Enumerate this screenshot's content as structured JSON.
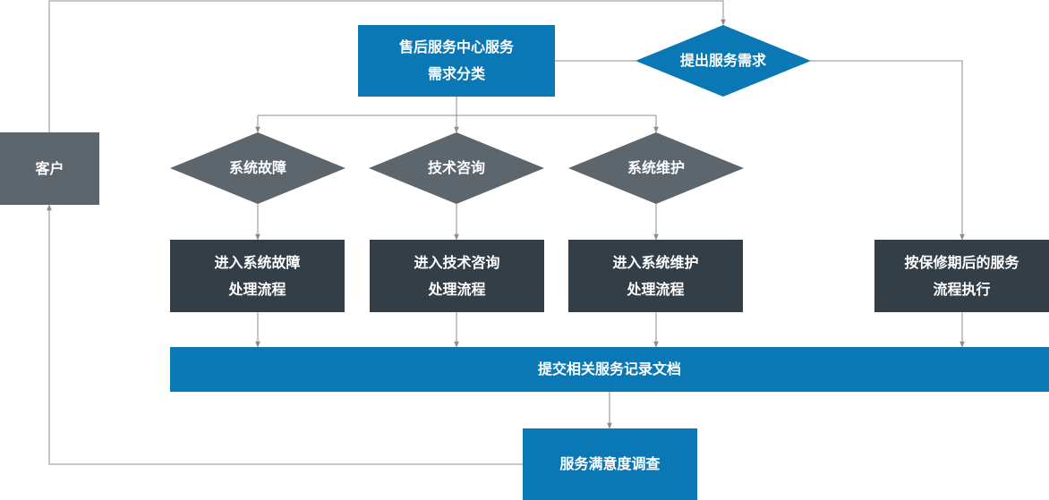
{
  "customer": "客户",
  "center": "售后服务中心服务\n需求分类",
  "request": "提出服务需求",
  "decisions": [
    "系统故障",
    "技术咨询",
    "系统维护"
  ],
  "processes": [
    "进入系统故障\n处理流程",
    "进入技术咨询\n处理流程",
    "进入系统维护\n处理流程"
  ],
  "warranty": "按保修期后的服务\n流程执行",
  "submit": "提交相关服务记录文档",
  "survey": "服务满意度调查",
  "colors": {
    "blue": "#0a78b5",
    "dark": "#343e47",
    "gray": "#5d656d",
    "line": "#8c8c8c"
  }
}
